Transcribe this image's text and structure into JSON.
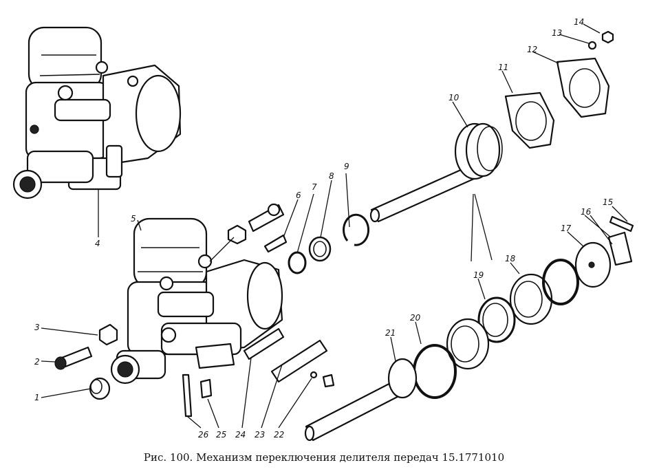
{
  "caption": "Рис. 100. Механизм переключения делителя передач 15.1771010",
  "labels": {
    "l1": "1",
    "l2": "2",
    "l3": "3",
    "l4": "4",
    "l5": "5",
    "l6": "6",
    "l7": "7",
    "l8": "8",
    "l9": "9",
    "l10": "10",
    "l11": "11",
    "l12": "12",
    "l13": "13",
    "l14": "14",
    "l15": "15",
    "l16": "16",
    "l17": "17",
    "l18": "18",
    "l19": "19",
    "l20": "20",
    "l21": "21",
    "l22": "22",
    "l23": "23",
    "l24": "24",
    "l25": "25",
    "l26": "26"
  },
  "colors": {
    "ink": "#111111",
    "paper": "#ffffff"
  }
}
